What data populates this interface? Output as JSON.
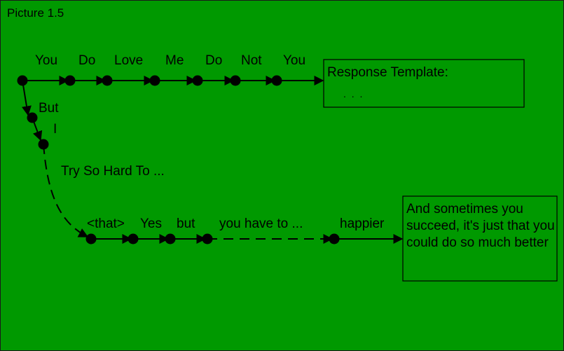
{
  "caption": "Picture 1.5",
  "colors": {
    "background": "#009900",
    "ink": "#000000"
  },
  "top_path": {
    "words": [
      "You",
      "Do",
      "Love",
      "Me",
      "Do",
      "Not",
      "You"
    ]
  },
  "branch": {
    "words": [
      "But",
      "I",
      "Try So Hard To ..."
    ]
  },
  "bottom_path": {
    "words": [
      "<that>",
      "Yes",
      "but",
      "you have to ...",
      "happier"
    ]
  },
  "response_box": {
    "title": "Response Template:",
    "body": ". . ."
  },
  "outcome_box": {
    "text": "And sometimes you succeed, it's just that you could do so much better"
  }
}
